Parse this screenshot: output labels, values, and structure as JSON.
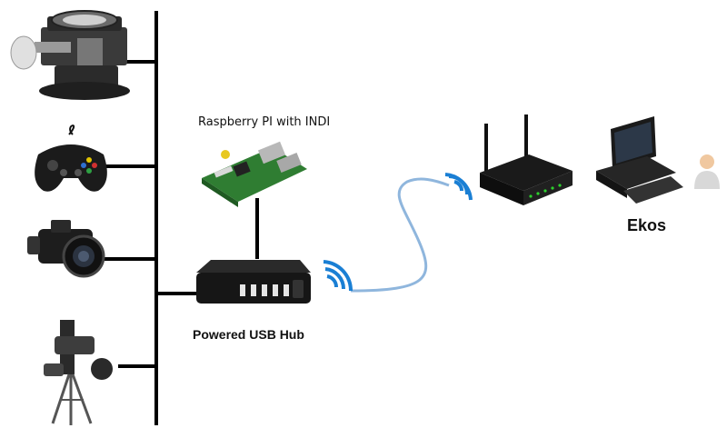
{
  "diagram": {
    "nodes": {
      "focuser": {
        "icon": "focuser-icon"
      },
      "gamepad": {
        "icon": "gamepad-icon"
      },
      "camera": {
        "icon": "dslr-camera-icon"
      },
      "mount": {
        "icon": "telescope-mount-icon"
      },
      "raspberry_pi": {
        "label": "Raspberry PI with INDI",
        "icon": "raspberry-pi-board-icon"
      },
      "usb_hub": {
        "label": "Powered USB Hub",
        "icon": "usb-hub-icon"
      },
      "router": {
        "icon": "wifi-router-icon"
      },
      "ekos": {
        "label": "Ekos",
        "icon": "desktop-computer-icon"
      },
      "user": {
        "icon": "user-icon"
      }
    },
    "links": [
      {
        "from": "focuser",
        "to": "usb_hub",
        "kind": "wired"
      },
      {
        "from": "gamepad",
        "to": "usb_hub",
        "kind": "wired"
      },
      {
        "from": "camera",
        "to": "usb_hub",
        "kind": "wired"
      },
      {
        "from": "mount",
        "to": "usb_hub",
        "kind": "wired"
      },
      {
        "from": "raspberry_pi",
        "to": "usb_hub",
        "kind": "wired"
      },
      {
        "from": "usb_hub",
        "to": "router",
        "kind": "wireless"
      }
    ],
    "colors": {
      "wire": "#000000",
      "wifi": "#1a7fd4",
      "wifi_link": "#8fb6dd"
    }
  }
}
